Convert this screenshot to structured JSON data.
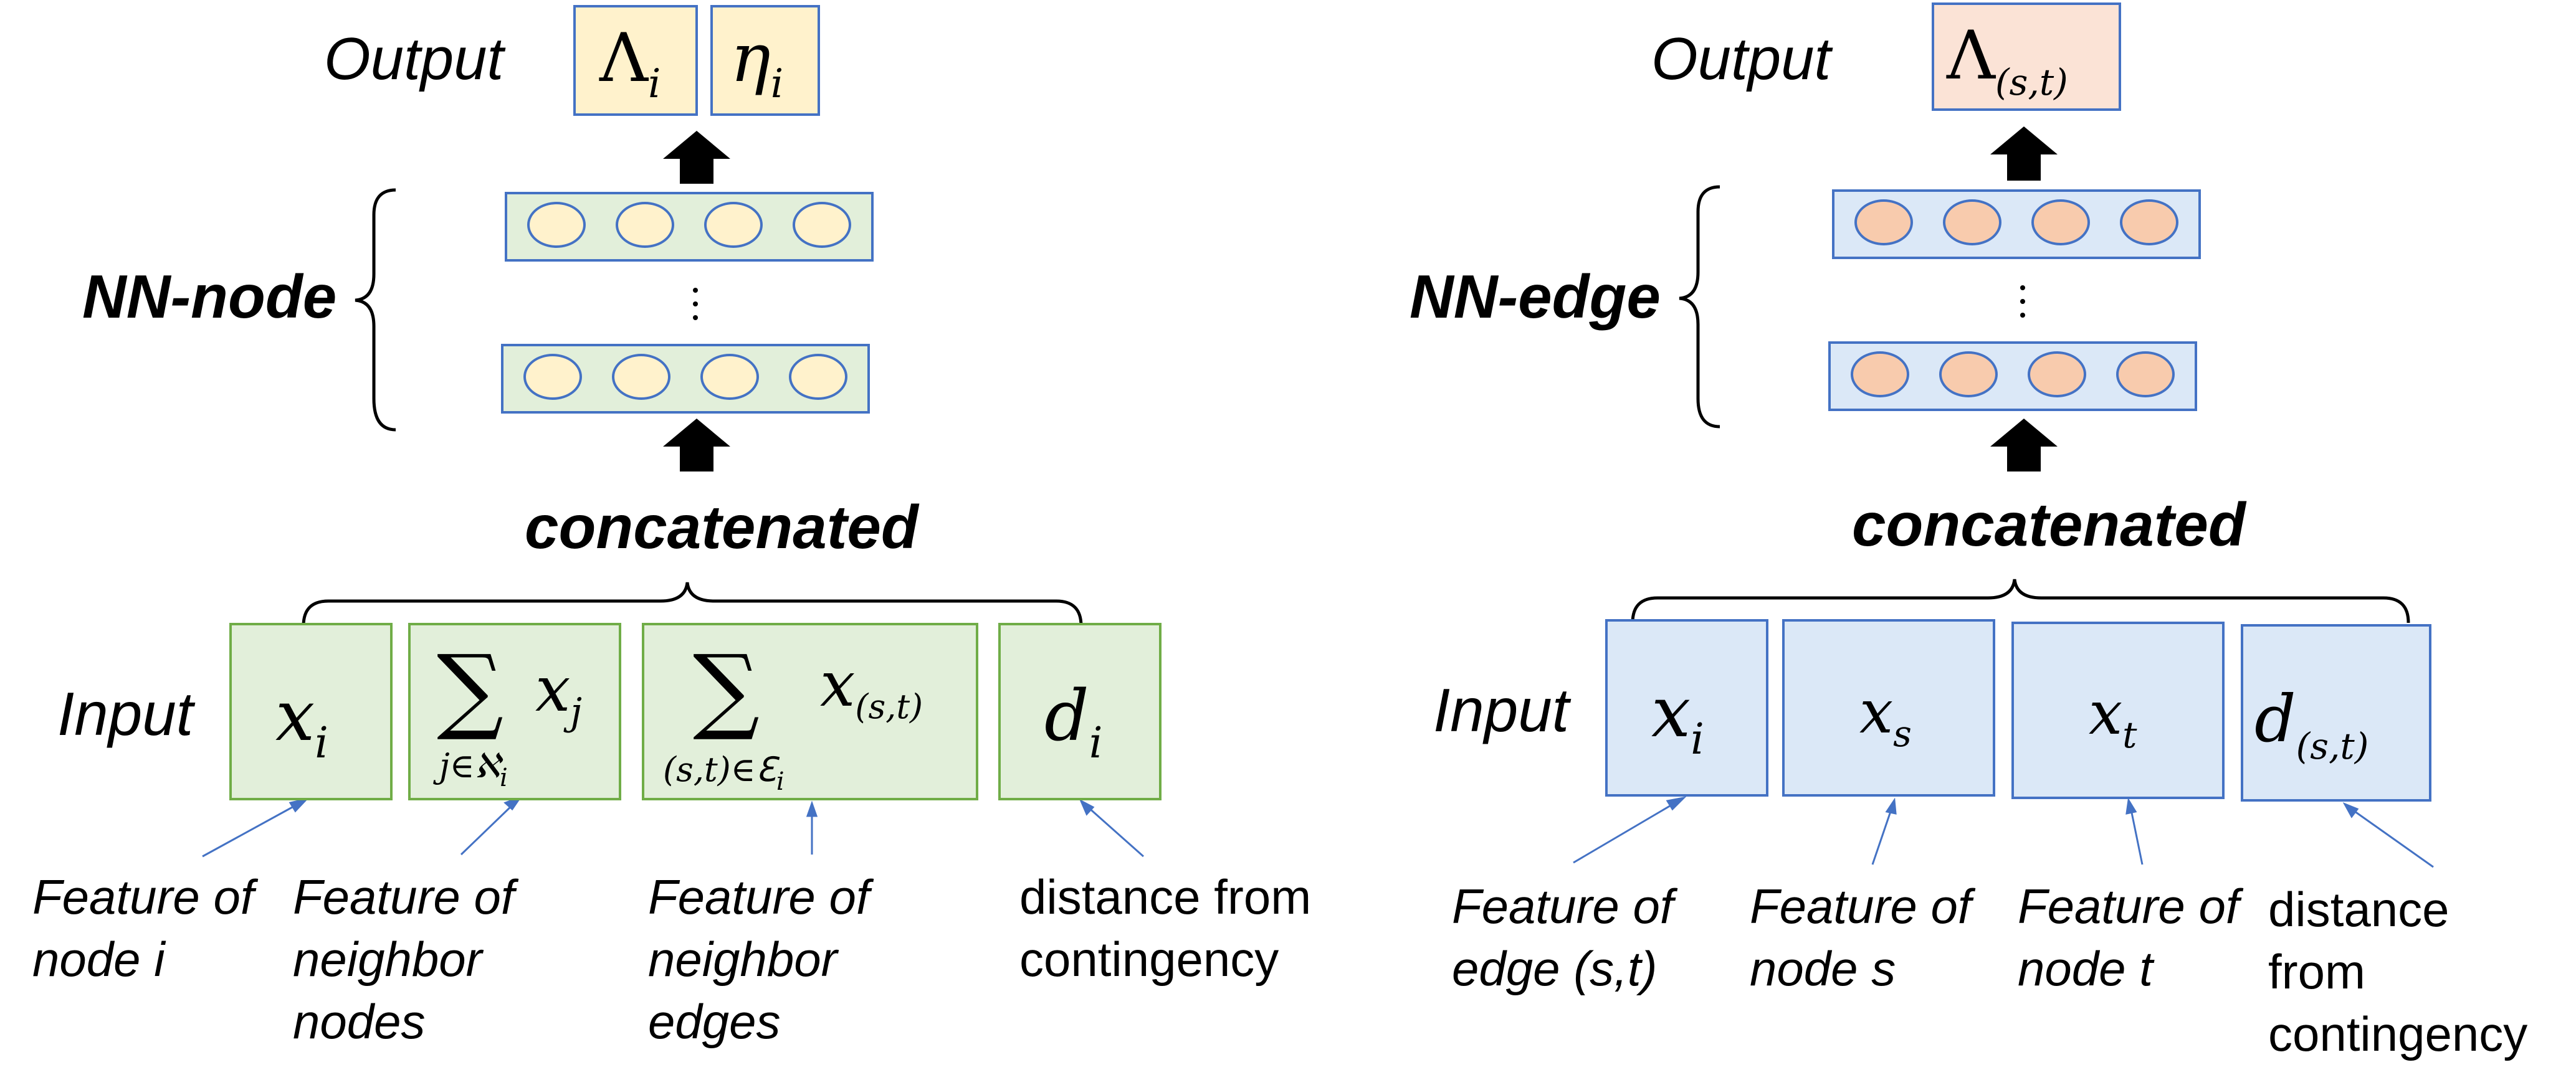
{
  "node": {
    "output_label": "Output",
    "output_1": {
      "base": "Λ",
      "sub": "i"
    },
    "output_2": {
      "base": "η",
      "sub": "i"
    },
    "network_label": "NN-node",
    "concat_label": "concatenated",
    "input_label": "Input",
    "inputs": [
      {
        "base": "x",
        "sub": "i"
      },
      {
        "sum": "∑",
        "sum_sub": "j∈ℵ",
        "sum_sub2": "i",
        "base": "x",
        "sub": "j"
      },
      {
        "sum": "∑",
        "sum_sub": "(s,t)∈ℇ",
        "sum_sub2": "i",
        "base": "x",
        "sub": "(s,t)"
      },
      {
        "base": "d",
        "sub": "i"
      }
    ],
    "features": [
      {
        "lines": [
          "Feature of",
          "node i"
        ],
        "italic": true
      },
      {
        "lines": [
          "Feature of",
          "neighbor",
          "nodes"
        ],
        "italic": true
      },
      {
        "lines": [
          "Feature of",
          "neighbor",
          "edges"
        ],
        "italic": true
      },
      {
        "lines": [
          "distance from",
          "contingency"
        ],
        "italic": false
      }
    ]
  },
  "edge": {
    "output_label": "Output",
    "output_1": {
      "base": "Λ",
      "sub": "(s,t)"
    },
    "network_label": "NN-edge",
    "concat_label": "concatenated",
    "input_label": "Input",
    "inputs": [
      {
        "base": "x",
        "sub": "i"
      },
      {
        "base": "x",
        "sub": "s"
      },
      {
        "base": "x",
        "sub": "t"
      },
      {
        "base": "d",
        "sub": "(s,t)"
      }
    ],
    "features": [
      {
        "lines": [
          "Feature of",
          "edge (s,t)"
        ],
        "italic": true
      },
      {
        "lines": [
          "Feature of",
          "node s"
        ],
        "italic": true
      },
      {
        "lines": [
          "Feature of",
          "node t"
        ],
        "italic": true
      },
      {
        "lines": [
          "distance",
          "from",
          "contingency"
        ],
        "italic": false
      }
    ]
  },
  "colors": {
    "node_input_fill": "#e2efda",
    "node_input_border": "#70ad47",
    "edge_input_fill": "#dbe8f7",
    "box_border": "#4472c4",
    "node_output_fill": "#fff2cc",
    "edge_output_fill": "#fbe3d6",
    "node_neuron_fill": "#fff2cc",
    "edge_neuron_fill": "#f8cbad"
  }
}
